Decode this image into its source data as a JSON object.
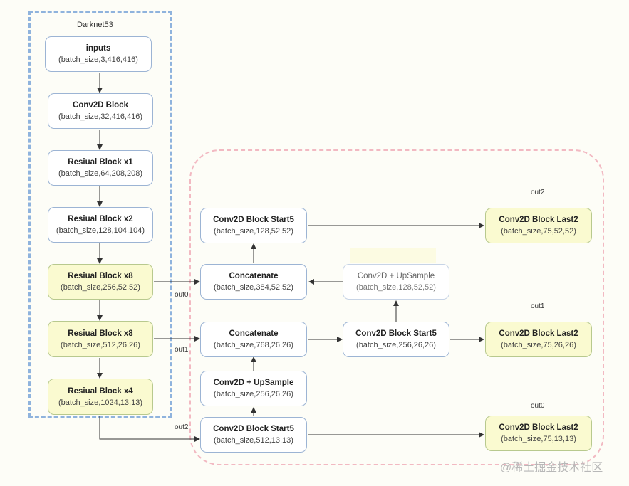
{
  "groups": {
    "darknet_title": "Darknet53"
  },
  "nodes": {
    "inputs": {
      "title": "inputs",
      "shape": "(batch_size,3,416,416)"
    },
    "conv2d_block": {
      "title": "Conv2D Block",
      "shape": "(batch_size,32,416,416)"
    },
    "res1": {
      "title": "Resiual Block x1",
      "shape": "(batch_size,64,208,208)"
    },
    "res2": {
      "title": "Resiual Block x2",
      "shape": "(batch_size,128,104,104)"
    },
    "res8a": {
      "title": "Resiual Block x8",
      "shape": "(batch_size,256,52,52)"
    },
    "res8b": {
      "title": "Resiual Block x8",
      "shape": "(batch_size,512,26,26)"
    },
    "res4": {
      "title": "Resiual Block x4",
      "shape": "(batch_size,1024,13,13)"
    },
    "start5_top": {
      "title": "Conv2D Block Start5",
      "shape": "(batch_size,128,52,52)"
    },
    "concat_top": {
      "title": "Concatenate",
      "shape": "(batch_size,384,52,52)"
    },
    "upsample_top": {
      "title": "Conv2D + UpSample",
      "shape": "(batch_size,128,52,52)"
    },
    "concat_mid": {
      "title": "Concatenate",
      "shape": "(batch_size,768,26,26)"
    },
    "start5_mid": {
      "title": "Conv2D Block Start5",
      "shape": "(batch_size,256,26,26)"
    },
    "upsample_mid": {
      "title": "Conv2D + UpSample",
      "shape": "(batch_size,256,26,26)"
    },
    "start5_bot": {
      "title": "Conv2D Block Start5",
      "shape": "(batch_size,512,13,13)"
    },
    "last2_top": {
      "title": "Conv2D Block Last2",
      "shape": "(batch_size,75,52,52)"
    },
    "last2_mid": {
      "title": "Conv2D Block Last2",
      "shape": "(batch_size,75,26,26)"
    },
    "last2_bot": {
      "title": "Conv2D Block Last2",
      "shape": "(batch_size,75,13,13)"
    }
  },
  "labels": {
    "out0_left": "out0",
    "out1_left": "out1",
    "out2_left": "out2",
    "out2_right": "out2",
    "out1_right": "out1",
    "out0_right": "out0"
  },
  "watermark": "@稀土掘金技术社区",
  "colors": {
    "darknet_border": "#8fb3dd",
    "head_border": "#f2b9c2",
    "highlight_fill": "#fafad0",
    "arrow": "#333333"
  }
}
